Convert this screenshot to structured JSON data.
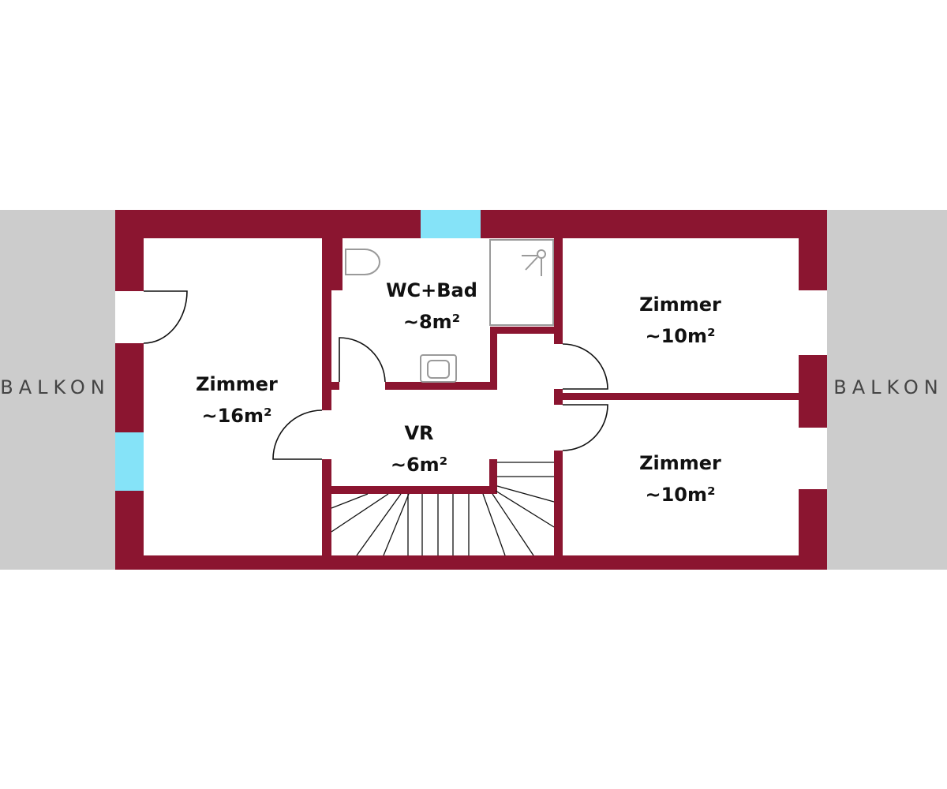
{
  "colors": {
    "wall": "#8b1530",
    "balcony": "#cccccc",
    "window": "#85e3f8",
    "line": "#111111",
    "fixture": "#9a9a9a"
  },
  "balconies": {
    "left": "BALKON",
    "right": "BALKON"
  },
  "rooms": {
    "zimmer_left": {
      "name": "Zimmer",
      "area": "~16m²"
    },
    "bath": {
      "name": "WC+Bad",
      "area": "~8m²"
    },
    "hall": {
      "name": "VR",
      "area": "~6m²"
    },
    "zimmer_top_right": {
      "name": "Zimmer",
      "area": "~10m²"
    },
    "zimmer_bottom_right": {
      "name": "Zimmer",
      "area": "~10m²"
    }
  },
  "icons": {
    "toilet": "toilet-icon",
    "shower": "shower-icon",
    "sink": "sink-icon"
  }
}
